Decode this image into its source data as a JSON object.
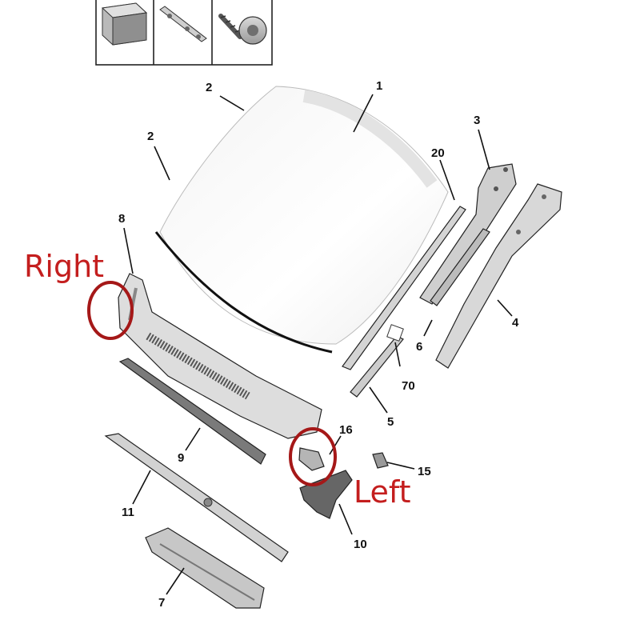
{
  "callouts": {
    "c1": "1",
    "c2a": "2",
    "c2b": "2",
    "c3": "3",
    "c4": "4",
    "c5": "5",
    "c6": "6",
    "c7": "7",
    "c8": "8",
    "c9": "9",
    "c10": "10",
    "c11": "11",
    "c15": "15",
    "c16": "16",
    "c20": "20",
    "c70": "70"
  },
  "annotations": {
    "right": "Right",
    "left": "Left",
    "color": "#c41e1e"
  }
}
